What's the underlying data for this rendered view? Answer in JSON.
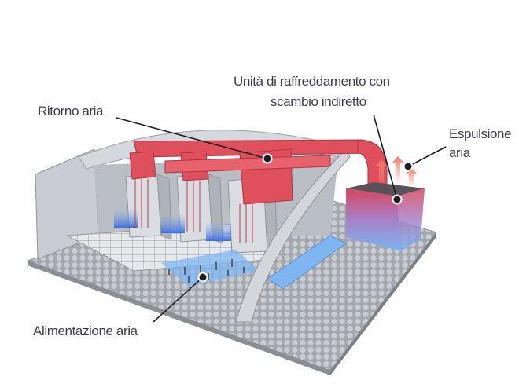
{
  "labels": {
    "cooling_unit_line1": "Unità di raffreddamento con",
    "cooling_unit_line2": "scambio indiretto",
    "return_air": "Ritorno aria",
    "exhaust_line1": "Espulsione",
    "exhaust_line2": "aria",
    "supply_air": "Alimentazione aria"
  },
  "colors": {
    "duct_red": "#e0505c",
    "cool_blue": "#6aaef0",
    "wall_gray": "#c4c9d0",
    "floor_gray": "#9ea3a9",
    "text": "#3d3d45"
  }
}
